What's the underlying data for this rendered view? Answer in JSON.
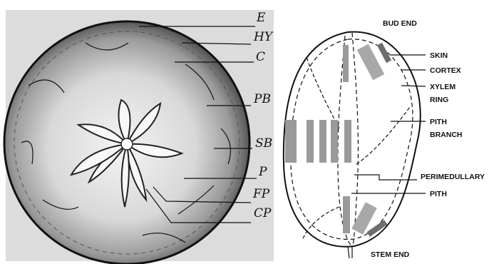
{
  "left_photo": {
    "labels": [
      "E",
      "HY",
      "C",
      "PB",
      "SB",
      "P",
      "FP",
      "CP"
    ]
  },
  "right_diagram": {
    "labels": {
      "bud_end": "BUD END",
      "skin": "SKIN",
      "cortex": "CORTEX",
      "xylem": "XYLEM",
      "ring": "RING",
      "pith": "PITH",
      "branch": "BRANCH",
      "perimedullary": "PERIMEDULLARY",
      "pith_lower": "PITH",
      "stem_end": "STEM END"
    }
  }
}
